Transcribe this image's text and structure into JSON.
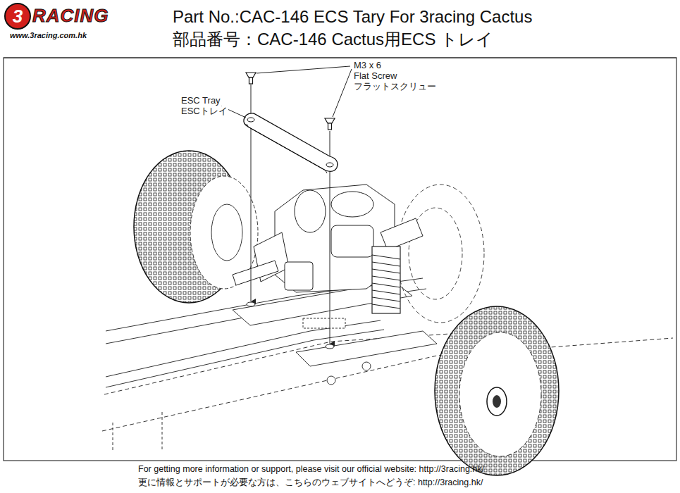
{
  "diagram": {
    "title": "Part No.:CAC-146 ECS Tary For 3racing Cactus",
    "caption": "For getting more information or support, please visit our official website: http://3racing.hk/",
    "labels": [
      "3",
      "RACING",
      "www.3racing.com.hk",
      "部品番号：CAC-146 Cactus用ECS トレイ",
      "M3 x 6",
      "Flat Screw",
      "フラットスクリュー",
      "ESC Tray",
      "ESCトレイ",
      "更に情報とサポートが必要な方は、こちらのウェブサイトへどうぞ: http://3racing.hk/"
    ]
  }
}
